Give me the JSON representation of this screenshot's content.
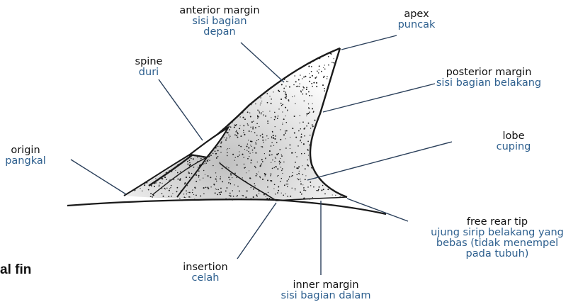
{
  "figure_caption": "al fin",
  "colors": {
    "english_text": "#111111",
    "indonesian_text": "#2d5f8e",
    "drawing": "#1a1a1a"
  },
  "labels": {
    "anterior_margin": {
      "en": "anterior margin",
      "id_line1": "sisi bagian",
      "id_line2": "depan"
    },
    "apex": {
      "en": "apex",
      "id": "puncak"
    },
    "spine": {
      "en": "spine",
      "id": "duri"
    },
    "posterior_margin": {
      "en": "posterior margin",
      "id": "sisi bagian belakang"
    },
    "origin": {
      "en": "origin",
      "id": "pangkal"
    },
    "lobe": {
      "en": "lobe",
      "id": "cuping"
    },
    "free_rear_tip": {
      "en": "free rear tip",
      "id_line1": "ujung sirip belakang yang",
      "id_line2": "bebas (tidak menempel",
      "id_line3": "pada tubuh)"
    },
    "insertion": {
      "en": "insertion",
      "id": "celah"
    },
    "inner_margin": {
      "en": "inner margin",
      "id": "sisi bagian dalam"
    }
  }
}
